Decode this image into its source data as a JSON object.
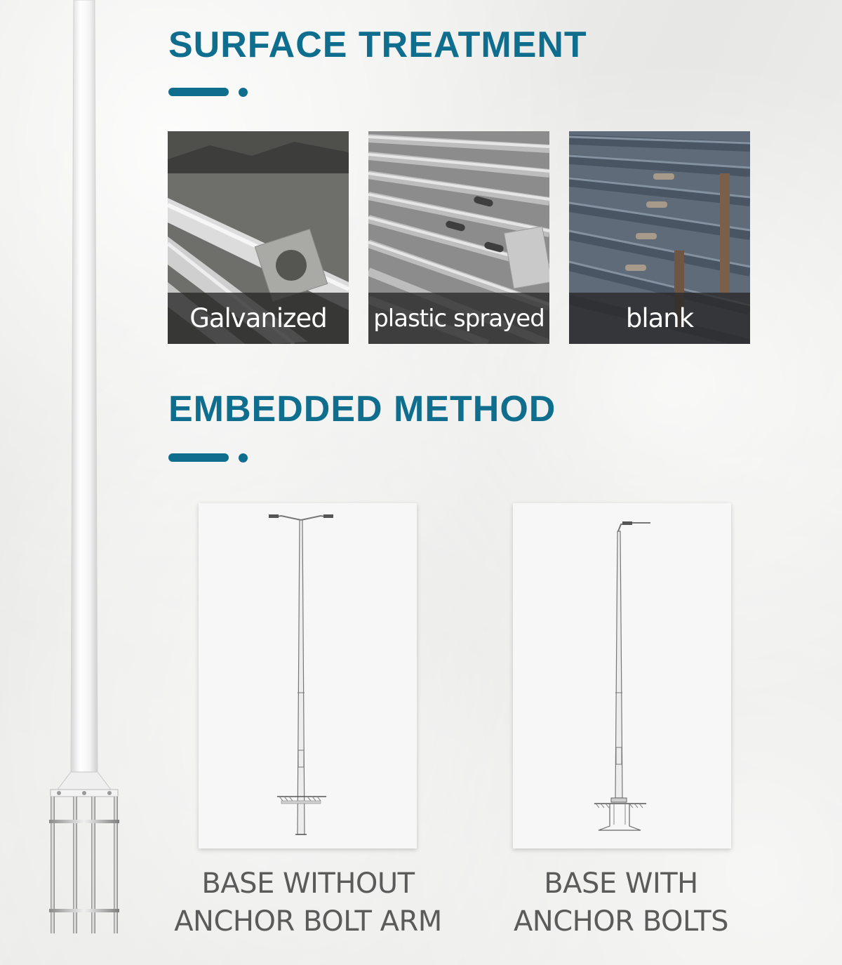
{
  "surface_treatment": {
    "title": "SURFACE TREATMENT",
    "options": [
      {
        "caption": "Galvanized"
      },
      {
        "caption": "plastic sprayed"
      },
      {
        "caption": "blank"
      }
    ]
  },
  "embedded_method": {
    "title": "EMBEDDED METHOD",
    "options": [
      {
        "label_line1": "BASE WITHOUT",
        "label_line2": "ANCHOR BOLT ARM"
      },
      {
        "label_line1": "BASE WITH",
        "label_line2": "ANCHOR BOLTS"
      }
    ]
  },
  "colors": {
    "accent": "#0f6e8e",
    "label_text": "#5b5b5b",
    "caption_band": "#282828"
  }
}
